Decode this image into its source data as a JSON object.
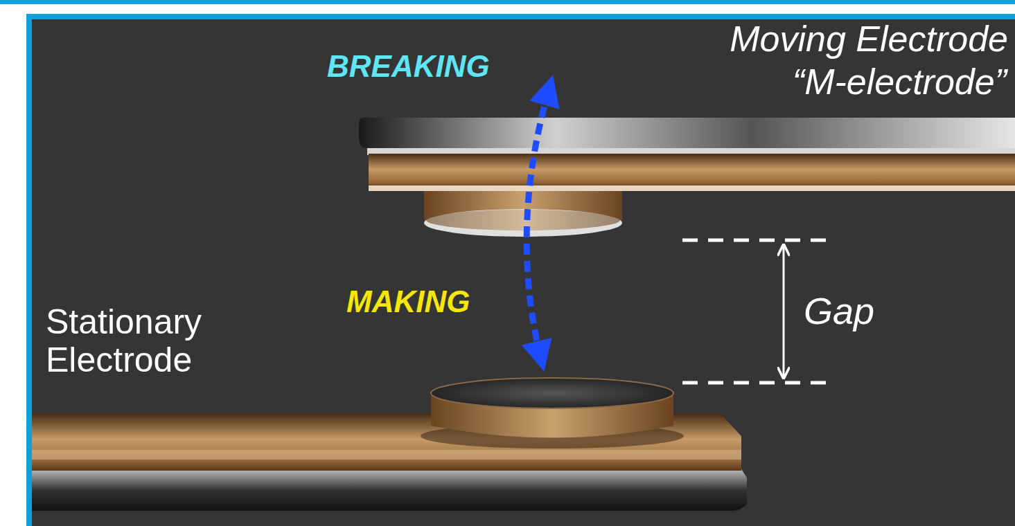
{
  "diagram": {
    "labels": [
      "BREAKING",
      "Moving Electrode",
      "“M-electrode”",
      "MAKING",
      "Stationary Electrode",
      "Gap"
    ]
  }
}
